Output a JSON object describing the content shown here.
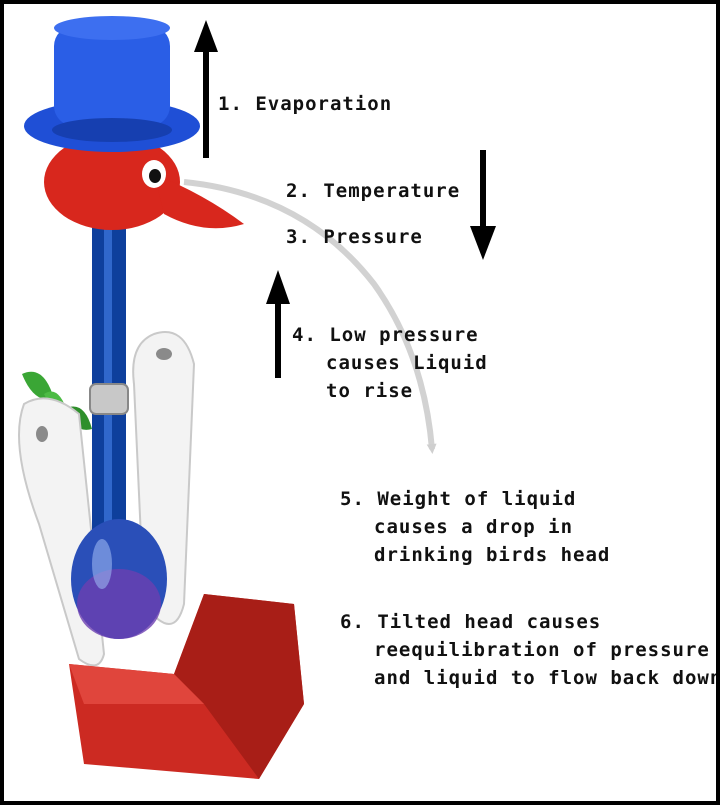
{
  "steps": [
    {
      "text": "1. Evaporation"
    },
    {
      "text": "2. Temperature"
    },
    {
      "text": "3. Pressure"
    },
    {
      "lines": [
        "4. Low pressure",
        "causes Liquid",
        "to rise"
      ]
    },
    {
      "lines": [
        "5. Weight of liquid",
        "causes a drop in",
        "drinking birds head"
      ]
    },
    {
      "lines": [
        "6. Tilted head causes",
        "reequilibration of pressure",
        "and liquid to flow back down."
      ]
    }
  ],
  "colors": {
    "hat": "#1f4fd6",
    "head": "#d8271d",
    "neck": "#0e3f9c",
    "legs": "#f2f2f2",
    "base": "#cc2a22",
    "leaf": "#3aa635",
    "arrow": "#000000",
    "curve": "#cccccc"
  },
  "icons": [
    "up-arrow-icon",
    "down-arrow-icon",
    "curved-arrow-icon"
  ]
}
